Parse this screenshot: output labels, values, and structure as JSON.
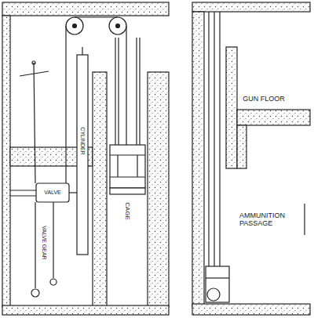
{
  "diagram": {
    "labels": [
      "VALVE",
      "CYLINDER",
      "VALVE GEAR",
      "CAGE",
      "GUN FLOOR",
      "AMMUNITION PASSAGE"
    ]
  }
}
